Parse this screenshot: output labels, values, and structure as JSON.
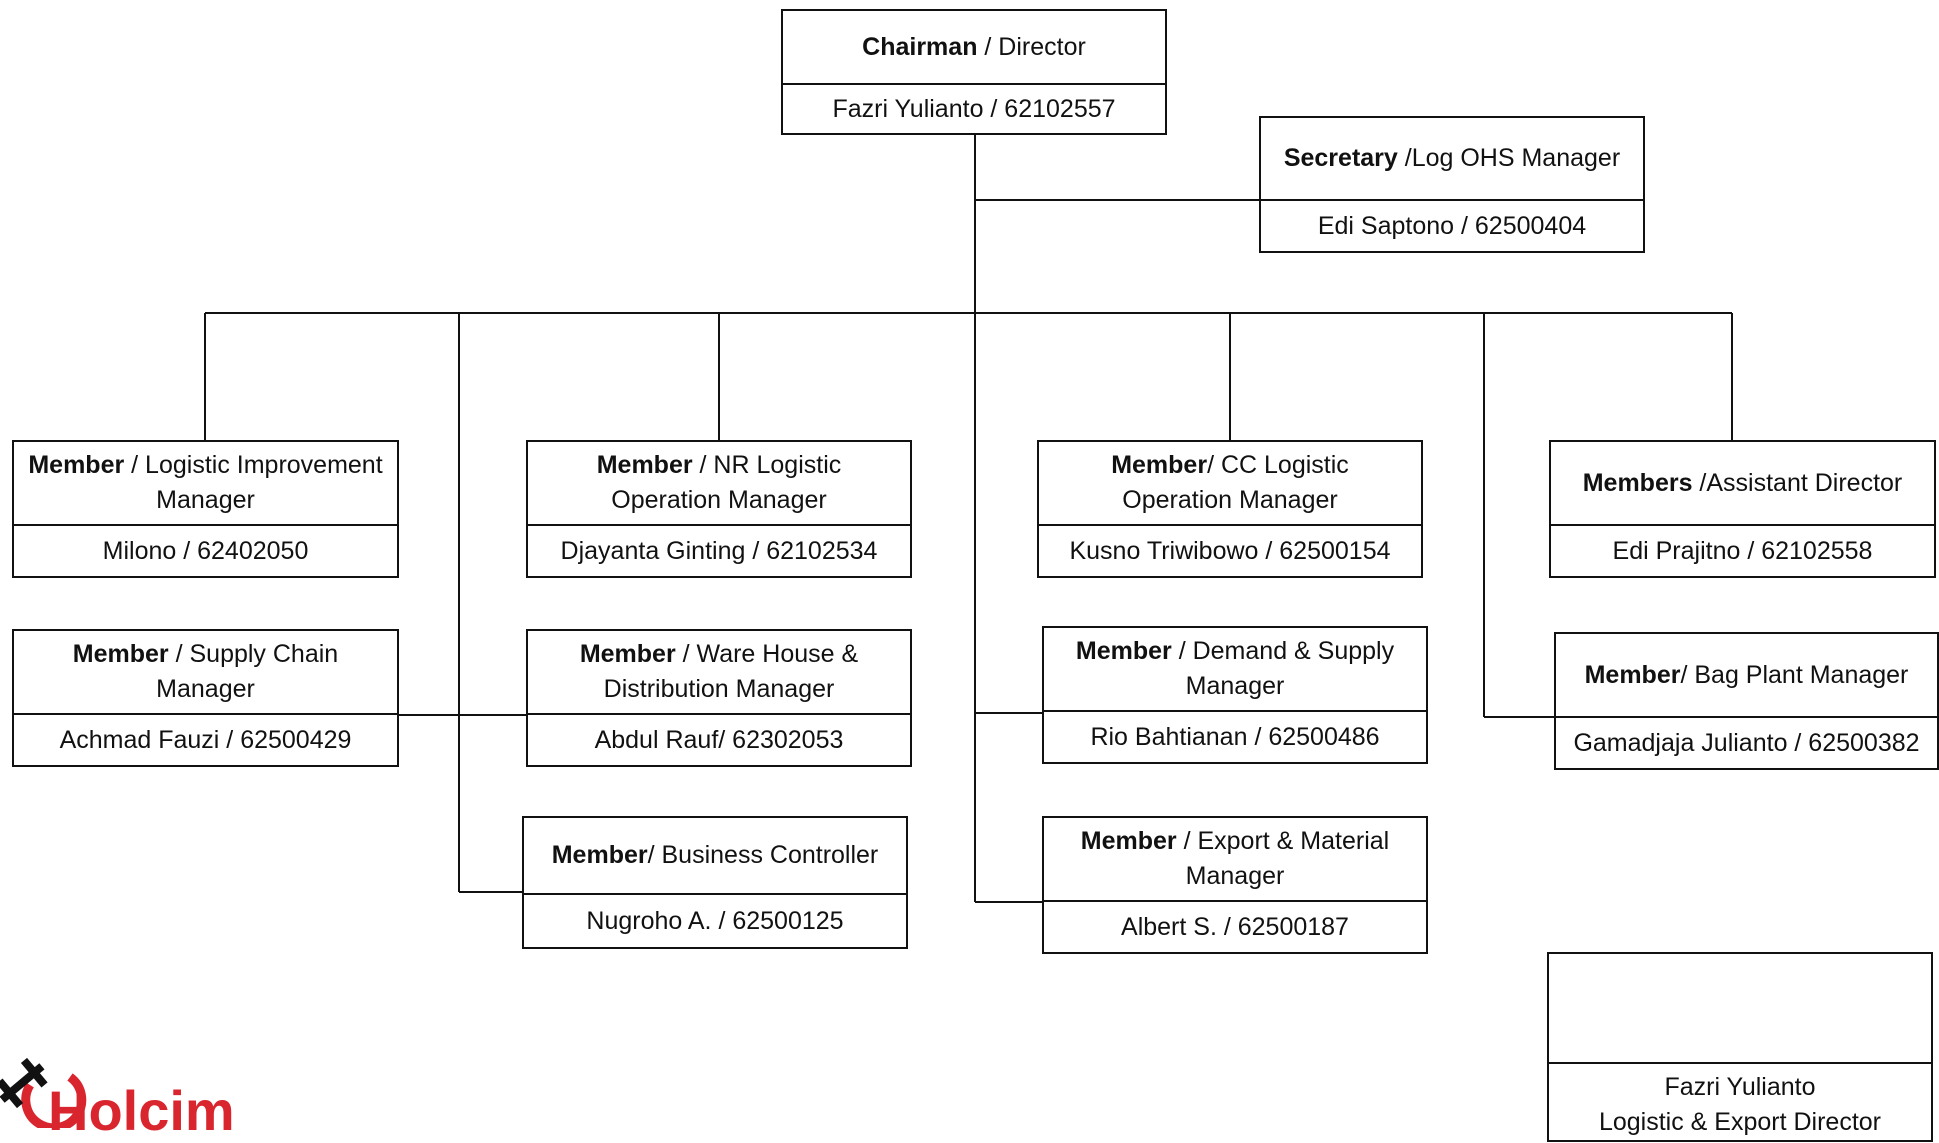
{
  "chart": {
    "chairman": {
      "title": "Chairman",
      "role": " / Director",
      "name": "Fazri Yulianto / 62102557"
    },
    "secretary": {
      "title": "Secretary",
      "role": " /Log OHS Manager",
      "name": "Edi Saptono / 62500404"
    },
    "members": [
      {
        "title": "Member",
        "role": " / Logistic Improvement Manager",
        "name": "Milono / 62402050"
      },
      {
        "title": "Member",
        "role": " / NR  Logistic Operation  Manager",
        "name": "Djayanta Ginting / 62102534"
      },
      {
        "title": "Member",
        "role": "/ CC Logistic Operation Manager",
        "name": "Kusno Triwibowo / 62500154"
      },
      {
        "title": "Members",
        "role": " /Assistant Director",
        "name": "Edi Prajitno / 62102558"
      },
      {
        "title": "Member",
        "role": " / Supply Chain Manager",
        "name": "Achmad Fauzi / 62500429"
      },
      {
        "title": "Member",
        "role": " / Ware House & Distribution Manager",
        "name": "Abdul Rauf/ 62302053"
      },
      {
        "title": "Member",
        "role": " / Demand & Supply Manager",
        "name": "Rio Bahtianan / 62500486"
      },
      {
        "title": "Member",
        "role": "/ Bag Plant Manager",
        "name": "Gamadjaja Julianto / 62500382"
      },
      {
        "title": "Member",
        "role": "/ Business Controller",
        "name": "Nugroho A. / 62500125"
      },
      {
        "title": "Member",
        "role": " / Export & Material Manager",
        "name": "Albert S. / 62500187"
      }
    ]
  },
  "signature": {
    "name": "Fazri Yulianto",
    "position": "Logistic & Export Director"
  },
  "logo": {
    "text": "Holcim",
    "color": "#d9262e"
  }
}
